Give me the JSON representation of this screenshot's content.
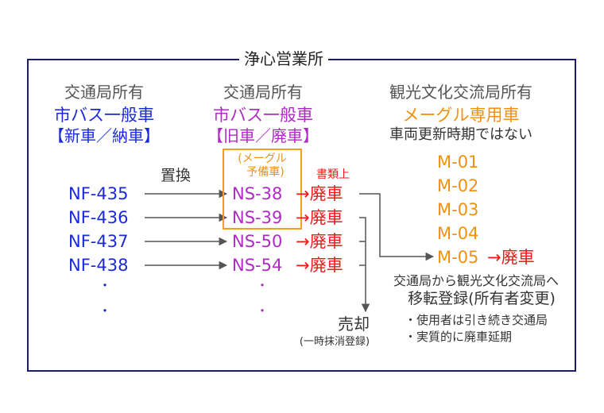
{
  "title": "浄心営業所",
  "col_left": {
    "owner": "交通局所有",
    "category": "市バス一般車",
    "status": "【新車／納車】",
    "items": [
      "NF-435",
      "NF-436",
      "NF-437",
      "NF-438"
    ],
    "dots": [
      "・",
      "・"
    ]
  },
  "col_mid": {
    "owner": "交通局所有",
    "category": "市バス一般車",
    "status": "【旧車／廃車】",
    "reserve_line1": "(メーグル",
    "reserve_line2": "予備車)",
    "items": [
      "NS-38",
      "NS-39",
      "NS-50",
      "NS-54"
    ],
    "dots": [
      "・",
      "・"
    ]
  },
  "col_right": {
    "owner": "観光文化交流局所有",
    "category": "メーグル専用車",
    "note": "車両更新時期ではない",
    "items": [
      "M-01",
      "M-02",
      "M-03",
      "M-04",
      "M-05"
    ]
  },
  "labels": {
    "replace": "置換",
    "documents_only": "書類上",
    "scrap_arrow": "→廃車",
    "sale": "売却",
    "sale_note": "(一時抹消登録)",
    "transfer_line1": "交通局から観光文化交流局へ",
    "transfer_line2": "移転登録(所有者変更)",
    "transfer_bullet1": "・使用者は引き続き交通局",
    "transfer_bullet2": "・実質的に廃車延期"
  },
  "colors": {
    "frame": "#1c1c70",
    "new_bus": "#1a2ad8",
    "old_bus": "#b02ac6",
    "meguru": "#f0920e",
    "scrap": "#f01818"
  }
}
